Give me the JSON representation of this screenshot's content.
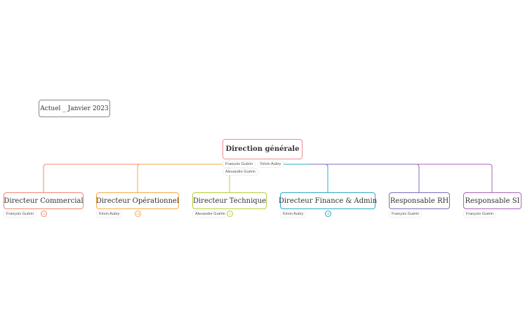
{
  "title_box": "Actuel _ Janvier 2023",
  "root": {
    "label": "Direction générale",
    "people": [
      "François Guérin",
      "Kévin Aubry",
      "Alexandre Guérin"
    ],
    "color": "#f08a96"
  },
  "children": [
    {
      "label": "Directeur Commercial",
      "person": "François Guérin",
      "badge": "8",
      "color": "#f4876b"
    },
    {
      "label": "Directeur Opérationnel",
      "person": "Kévin Aubry",
      "badge": "15",
      "color": "#f7a945"
    },
    {
      "label": "Directeur Technique",
      "person": "Alexandre Guérin",
      "badge": "2",
      "color": "#b7cf3d"
    },
    {
      "label": "Directeur Finance & Admin",
      "person": "Kévin Aubry",
      "badge": "4",
      "color": "#2ea8c8"
    },
    {
      "label": "Responsable RH",
      "person": "François Guérin",
      "color": "#7f6cc0"
    },
    {
      "label": "Responsable SI",
      "person": "François Guérin",
      "color": "#a963c0"
    }
  ]
}
